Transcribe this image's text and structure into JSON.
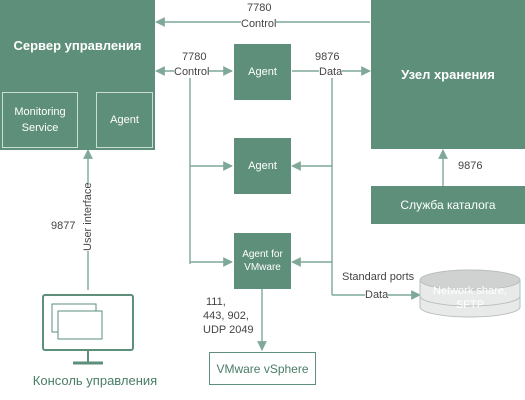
{
  "nodes": {
    "management_server": "Сервер управления",
    "monitoring_service": "Monitoring Service",
    "server_agent": "Agent",
    "agent_top": "Agent",
    "agent_middle": "Agent",
    "agent_vmware": "Agent for VMware",
    "storage_node": "Узел хранения",
    "catalog_service": "Служба каталога",
    "network_share": "Network share, SFTP",
    "vsphere": "VMware vSphere",
    "console": "Консоль управления"
  },
  "links": {
    "top_port": "7780",
    "top_label": "Control",
    "left_port": "7780",
    "left_label": "Control",
    "data_port": "9876",
    "data_label": "Data",
    "catalog_port": "9876",
    "console_port": "9877",
    "console_label": "User interface",
    "standard_ports": "Standard ports",
    "share_data": "Data",
    "vmware_ports_1": "111,",
    "vmware_ports_2": "443, 902,",
    "vmware_ports_3": "UDP 2049"
  },
  "colors": {
    "box_fill": "#5e8f7a",
    "line": "#7fa898",
    "text_accent": "#4a7d67"
  }
}
